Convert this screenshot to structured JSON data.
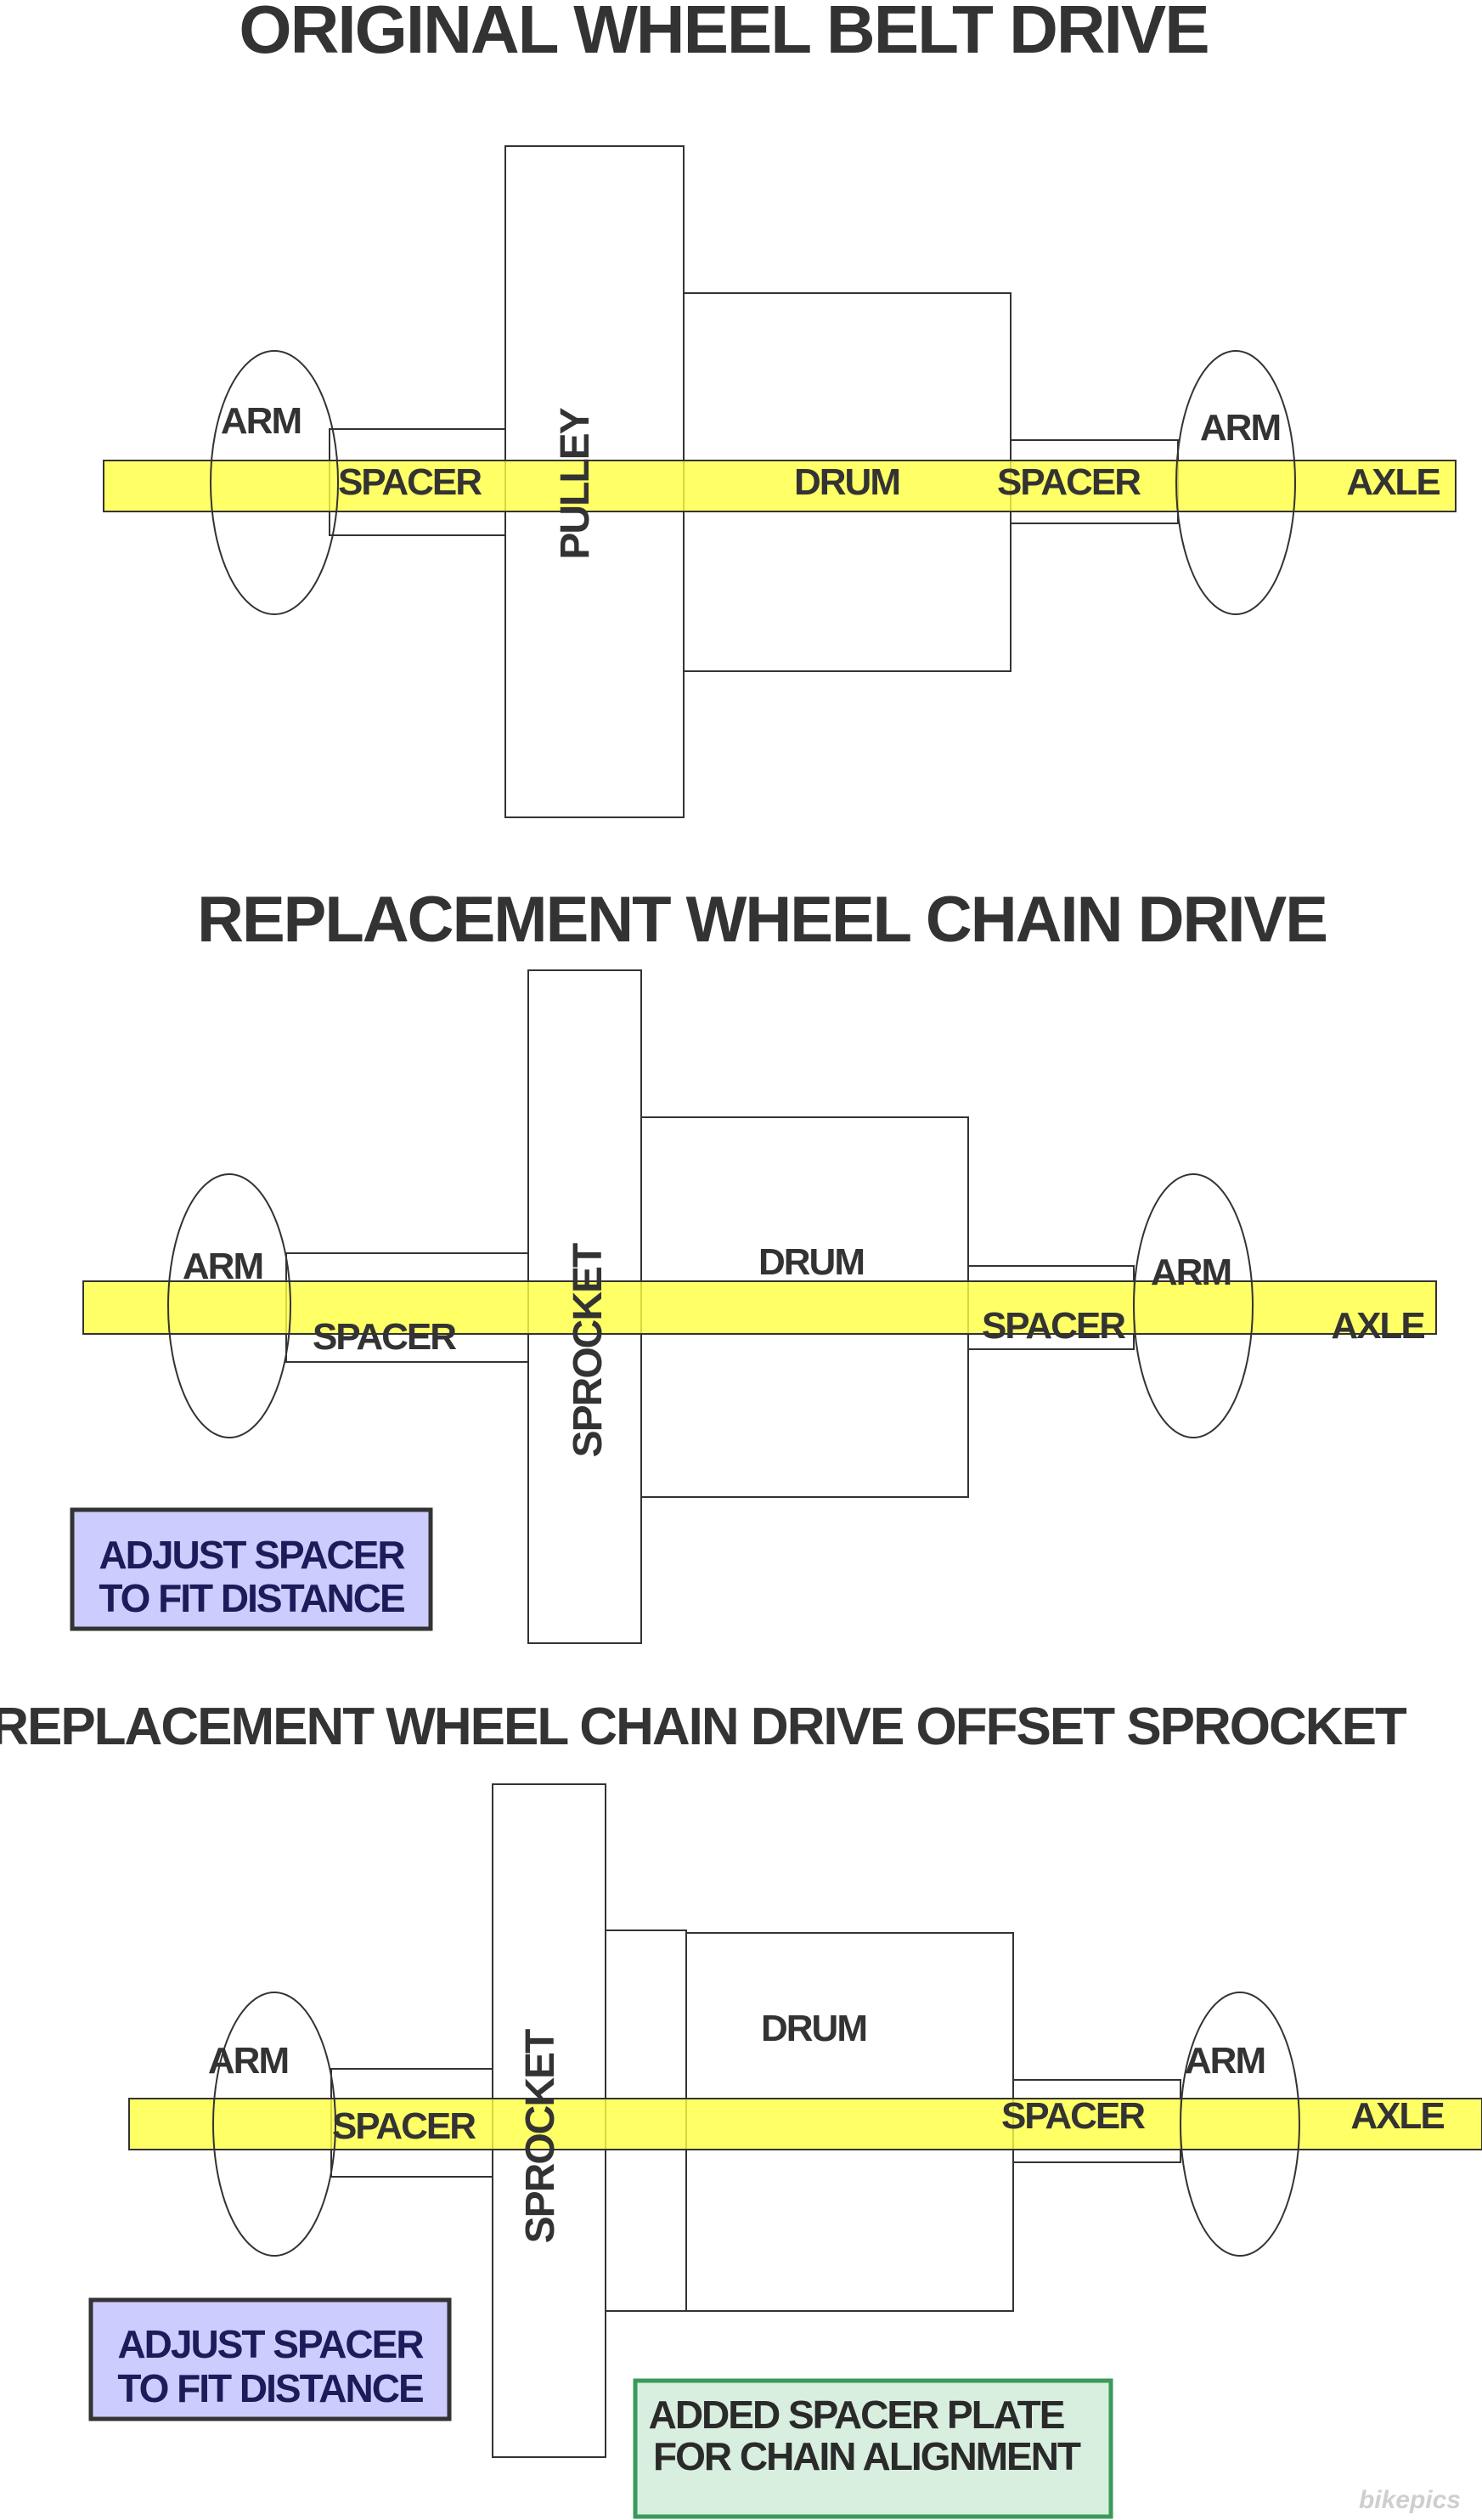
{
  "colors": {
    "axle": "#ffff40",
    "adjust_spacer": "#ccccff",
    "spacer_plate": "#d8eedf",
    "spacer_plate_border": "#3a9a5a",
    "note_text": "#1c1c5a",
    "text": "#333333"
  },
  "diagram1": {
    "title": "ORIGINAL WHEEL  BELT DRIVE",
    "arm_left": "ARM",
    "spacer_left": "SPACER",
    "pulley": "PULLEY",
    "drum": "DRUM",
    "spacer_right": "SPACER",
    "arm_right": "ARM",
    "axle": "AXLE"
  },
  "diagram2": {
    "title": "REPLACEMENT WHEEL  CHAIN DRIVE",
    "arm_left": "ARM",
    "spacer_left": "SPACER",
    "sprocket": "SPROCKET",
    "drum": "DRUM",
    "spacer_right": "SPACER",
    "arm_right": "ARM",
    "axle": "AXLE",
    "note_line1": "ADJUST SPACER",
    "note_line2": "TO FIT DISTANCE"
  },
  "diagram3": {
    "title": "REPLACEMENT WHEEL CHAIN DRIVE OFFSET SPROCKET",
    "arm_left": "ARM",
    "spacer_left": "SPACER",
    "sprocket": "SPROCKET",
    "drum": "DRUM",
    "spacer_right": "SPACER",
    "arm_right": "ARM",
    "axle": "AXLE",
    "note_line1": "ADJUST SPACER",
    "note_line2": "TO FIT DISTANCE",
    "plate_line1": "ADDED SPACER PLATE",
    "plate_line2": "FOR CHAIN ALIGNMENT"
  },
  "watermark": "bikepics"
}
